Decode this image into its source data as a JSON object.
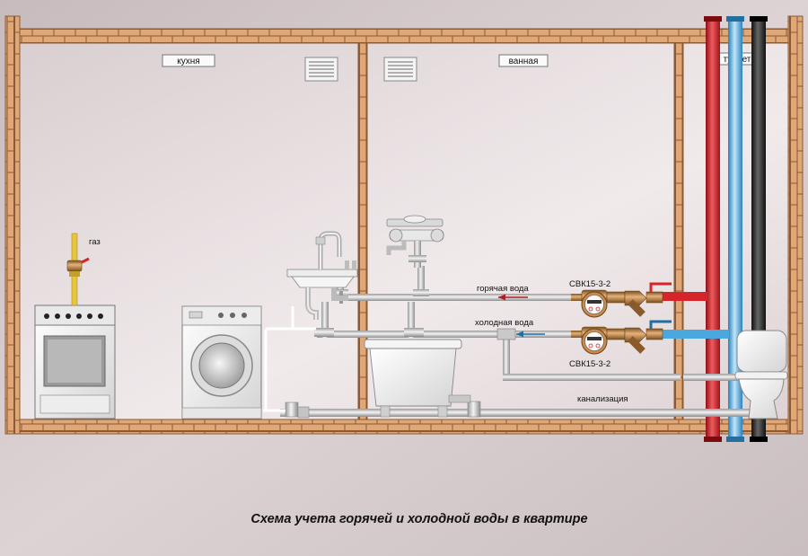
{
  "rooms": {
    "kitchen": "кухня",
    "bathroom": "ванная",
    "toilet": "туалет"
  },
  "labels": {
    "gas": "газ",
    "hot_water": "горячая вода",
    "cold_water": "холодная вода",
    "meter_hot": "СВК15-3-2",
    "meter_cold": "СВК15-3-2",
    "sewer": "канализация"
  },
  "caption": "Схема учета горячей и холодной воды в квартире",
  "colors": {
    "brick": "#e0a777",
    "brick_mortar": "#8a5a35",
    "hot_riser": "#d6242b",
    "cold_riser": "#4aa8de",
    "sewer_riser": "#222222",
    "pipe_gray": "#b9b9b9",
    "gas_pipe": "#e8c53a"
  },
  "icons": [
    "gas-stove-icon",
    "washing-machine-icon",
    "sink-icon",
    "bathtub-icon",
    "shower-mixer-icon",
    "water-meter-icon",
    "strainer-filter-icon",
    "ball-valve-icon",
    "toilet-icon",
    "vent-grille-icon",
    "gas-valve-icon"
  ]
}
